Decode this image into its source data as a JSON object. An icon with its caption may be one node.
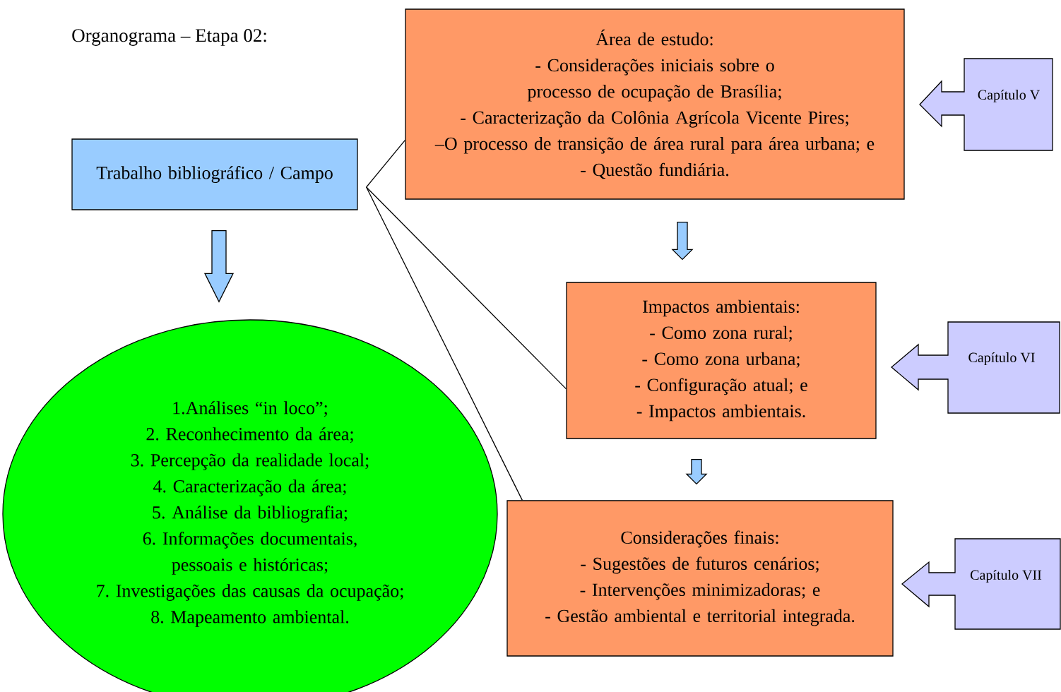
{
  "diagram": {
    "title": "Organograma – Etapa 02:",
    "nodes": [
      {
        "text": [
          "Trabalho bibliográfico / Campo"
        ]
      },
      {
        "text": [
          "1.Análises “in loco”;",
          "2. Reconhecimento da área;",
          "3. Percepção da realidade local;",
          "4. Caracterização da área;",
          "5. Análise da bibliografia;",
          "6. Informações documentais, pessoais e históricas;",
          "7. Investigações das causas da ocupação;",
          "8. Mapeamento ambiental."
        ]
      },
      {
        "text": [
          "Área de estudo:",
          "- Considerações iniciais sobre o processo de ocupação de Brasília;",
          "- Caracterização da Colônia Agrícola Vicente Pires;",
          "–O processo de transição de área rural para área urbana; e",
          "- Questão fundiária."
        ]
      },
      {
        "text": [
          "Impactos ambientais:",
          "- Como zona rural;",
          "- Como zona urbana;",
          "- Configuração atual; e",
          "- Impactos ambientais."
        ]
      },
      {
        "text": [
          "Considerações finais:",
          "- Sugestões de futuros cenários;",
          "- Intervenções minimizadoras; e",
          "- Gestão ambiental e territorial integrada."
        ]
      },
      {
        "text": [
          "Capítulo V"
        ]
      },
      {
        "text": [
          "Capítulo VI"
        ]
      },
      {
        "text": [
          "Capítulo VII"
        ]
      }
    ],
    "edges": [
      {
        "from": 0,
        "to": 1,
        "arrow": "to"
      },
      {
        "from": 0,
        "to": 2,
        "arrow": "none"
      },
      {
        "from": 0,
        "to": 3,
        "arrow": "none"
      },
      {
        "from": 0,
        "to": 4,
        "arrow": "none"
      },
      {
        "from": 2,
        "to": 3,
        "arrow": "to"
      },
      {
        "from": 3,
        "to": 4,
        "arrow": "to"
      }
    ]
  }
}
